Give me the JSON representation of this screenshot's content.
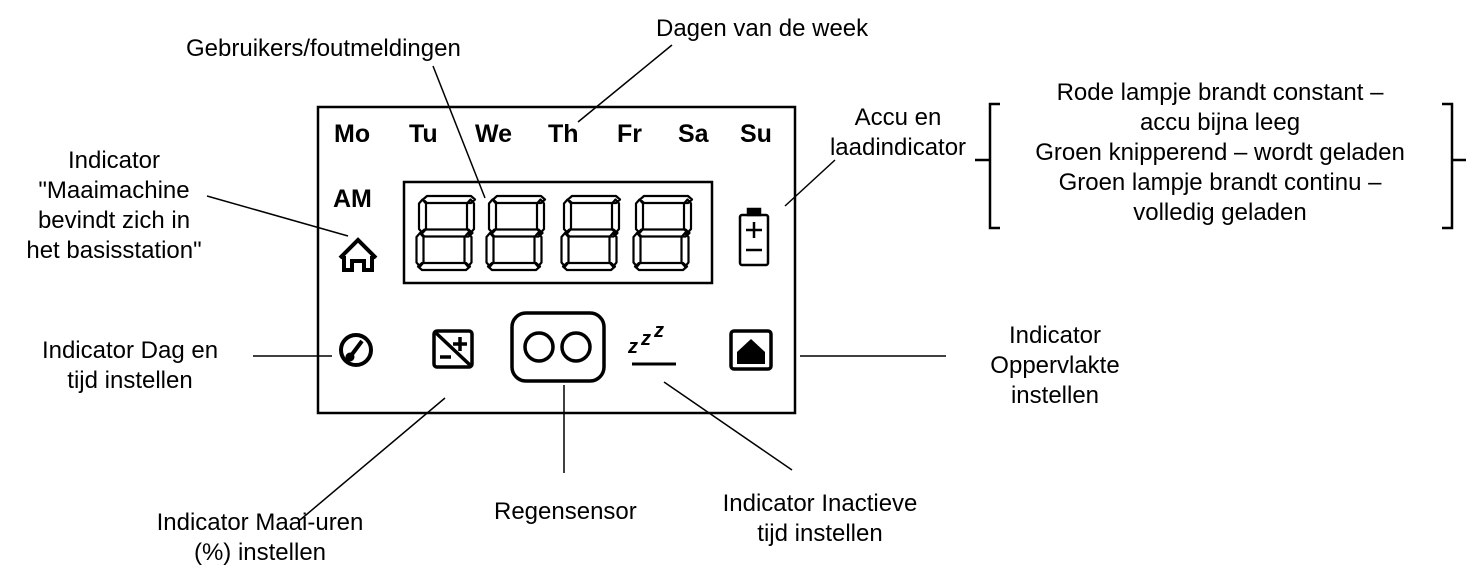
{
  "colors": {
    "stroke": "#000000",
    "background": "#ffffff"
  },
  "days": [
    "Mo",
    "Tu",
    "We",
    "Th",
    "Fr",
    "Sa",
    "Su"
  ],
  "am_label": "AM",
  "display": {
    "digits": [
      "8",
      "8",
      "8",
      "8"
    ]
  },
  "labels": {
    "users_errors": "Gebruikers/foutmeldingen",
    "weekdays": "Dagen van de week",
    "battery": [
      "Accu en",
      "laadindicator"
    ],
    "battery_states": [
      "Rode lampje brandt constant –",
      "accu bijna leeg",
      "Groen knipperend – wordt geladen",
      "Groen lampje brandt continu –",
      "volledig geladen"
    ],
    "home": [
      "Indicator",
      "\"Maaimachine",
      "bevindt zich in",
      "het basisstation\""
    ],
    "day_time": [
      "Indicator Dag en",
      "tijd instellen"
    ],
    "area": [
      "Indicator",
      "Oppervlakte",
      "instellen"
    ],
    "mowing_hours": [
      "Indicator Maai-uren",
      "(%) instellen"
    ],
    "rain_sensor": "Regensensor",
    "inactive_time": [
      "Indicator Inactieve",
      "tijd instellen"
    ]
  },
  "icons": [
    "home-icon",
    "battery-icon",
    "clock-icon",
    "plus-minus-icon",
    "rain-sensor-icon",
    "sleep-icon",
    "area-icon"
  ]
}
